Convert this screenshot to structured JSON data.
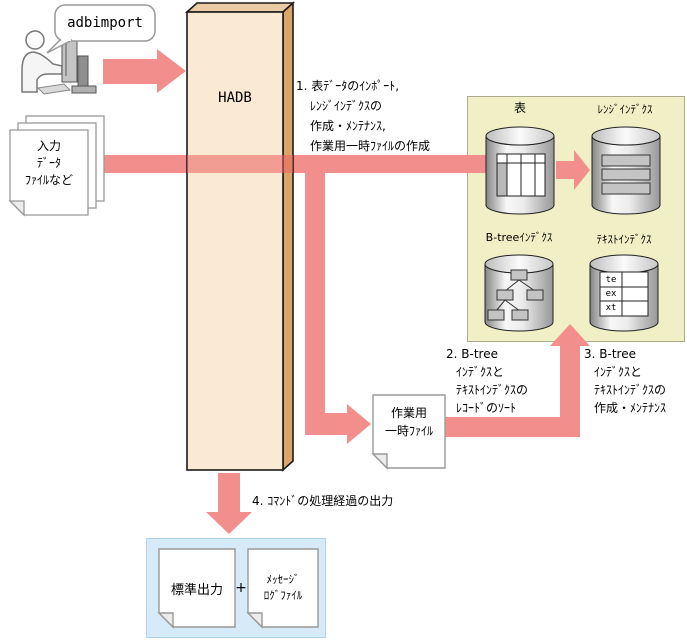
{
  "diagram": {
    "bubble_label": "adbimport",
    "hadb_label": "HADB",
    "input_files": {
      "lines": [
        "入力",
        "ﾃﾞｰﾀ",
        "ﾌｧｲﾙなど"
      ]
    },
    "step1": {
      "lines": [
        "1. 表ﾃﾞｰﾀのｲﾝﾎﾟｰﾄ,",
        "ﾚﾝｼﾞｲﾝﾃﾞｸｽの",
        "作成・ﾒﾝﾃﾅﾝｽ,",
        "作業用一時ﾌｧｲﾙの作成"
      ]
    },
    "step2": {
      "lines": [
        "2. B-tree",
        "ｲﾝﾃﾞｸｽと",
        "ﾃｷｽﾄｲﾝﾃﾞｸｽの",
        "ﾚｺｰﾄﾞのｿｰﾄ"
      ]
    },
    "step3": {
      "lines": [
        "3. B-tree",
        "ｲﾝﾃﾞｸｽと",
        "ﾃｷｽﾄｲﾝﾃﾞｸｽの",
        "作成・ﾒﾝﾃﾅﾝｽ"
      ]
    },
    "step4": "4. ｺﾏﾝﾄﾞの処理経過の出力",
    "storage": {
      "table_label": "表",
      "range_index_label": "ﾚﾝｼﾞｲﾝﾃﾞｸｽ",
      "btree_index_label": "B-treeｲﾝﾃﾞｸｽ",
      "text_index_label": "ﾃｷｽﾄｲﾝﾃﾞｸｽ",
      "text_index_cells": [
        "te",
        "ex",
        "xt"
      ]
    },
    "work_file": {
      "lines": [
        "作業用",
        "一時ﾌｧｲﾙ"
      ]
    },
    "output": {
      "stdout_label": "標準出力",
      "plus": "+",
      "log_lines": [
        "ﾒｯｾｰｼﾞ",
        "ﾛｸﾞﾌｧｲﾙ"
      ]
    },
    "colors": {
      "arrow": "#F28F8D",
      "hadb_front": "#FAE9D3",
      "hadb_top": "#E9CBA4",
      "hadb_side": "#D9A569",
      "storage_bg": "#F0EFC5",
      "output_bg": "#D7EAF8"
    }
  }
}
